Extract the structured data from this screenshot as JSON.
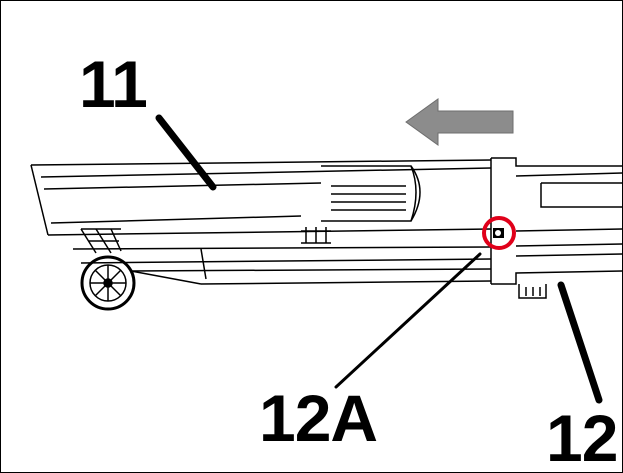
{
  "diagram": {
    "labels": {
      "part_11": "11",
      "part_12A": "12A",
      "part_12": "12"
    },
    "direction_arrow": {
      "icon": "left-arrow-icon",
      "color": "#8c8c8c"
    },
    "highlight": {
      "icon": "circle-highlight-icon",
      "color": "#e0001a"
    },
    "colors": {
      "line": "#000000",
      "background": "#ffffff"
    }
  }
}
